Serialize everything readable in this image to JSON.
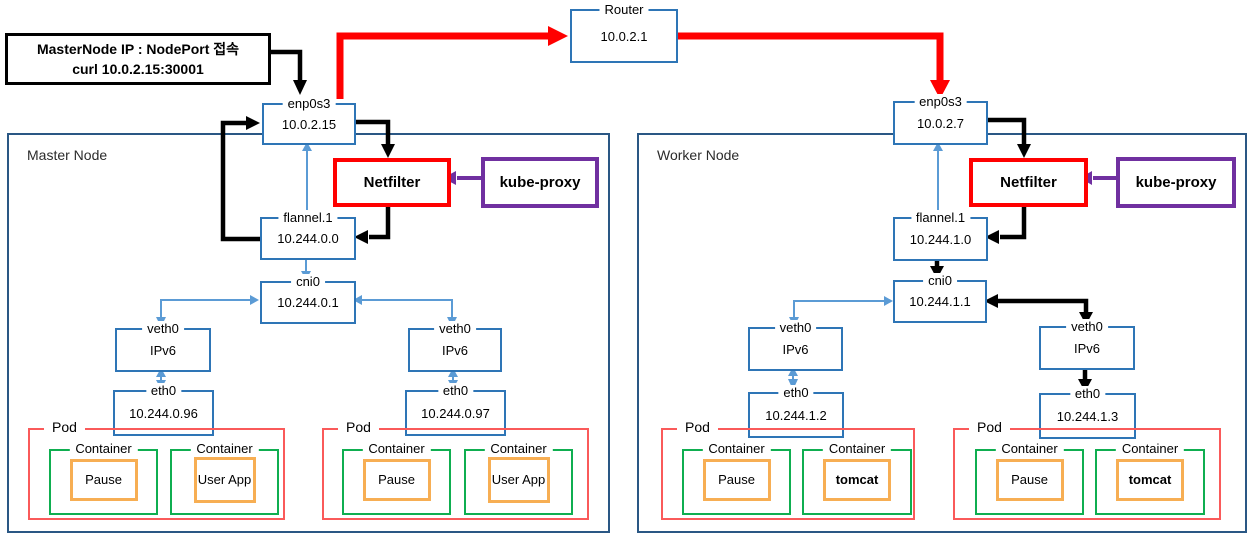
{
  "palette": {
    "box_blue": "#2E75B6",
    "panel_blue": "#2A5784",
    "arrow_blue": "#5B9BD5",
    "arrow_red": "#FF0000",
    "arrow_black": "#000000",
    "purple": "#7030A0",
    "pod_red": "#FA5A5A",
    "container_green": "#0FAE50",
    "app_orange": "#F7AE53"
  },
  "legend_box": {
    "line1": "MasterNode IP : NodePort 접속",
    "line2": "curl 10.0.2.15:30001"
  },
  "router": {
    "name": "Router",
    "ip": "10.0.2.1"
  },
  "master": {
    "title": "Master Node",
    "netfilter": "Netfilter",
    "kube_proxy": "kube-proxy",
    "enp0s3": {
      "name": "enp0s3",
      "ip": "10.0.2.15"
    },
    "flannel": {
      "name": "flannel.1",
      "ip": "10.244.0.0"
    },
    "cni0": {
      "name": "cni0",
      "ip": "10.244.0.1"
    },
    "veth_left": {
      "name": "veth0",
      "ip": "IPv6"
    },
    "veth_right": {
      "name": "veth0",
      "ip": "IPv6"
    },
    "eth_left": {
      "name": "eth0",
      "ip": "10.244.0.96"
    },
    "eth_right": {
      "name": "eth0",
      "ip": "10.244.0.97"
    },
    "pod_left": {
      "name": "Pod",
      "containers": [
        {
          "name": "Container",
          "app": "Pause"
        },
        {
          "name": "Container",
          "app": "User App"
        }
      ]
    },
    "pod_right": {
      "name": "Pod",
      "containers": [
        {
          "name": "Container",
          "app": "Pause"
        },
        {
          "name": "Container",
          "app": "User App"
        }
      ]
    }
  },
  "worker": {
    "title": "Worker Node",
    "netfilter": "Netfilter",
    "kube_proxy": "kube-proxy",
    "enp0s3": {
      "name": "enp0s3",
      "ip": "10.0.2.7"
    },
    "flannel": {
      "name": "flannel.1",
      "ip": "10.244.1.0"
    },
    "cni0": {
      "name": "cni0",
      "ip": "10.244.1.1"
    },
    "veth_left": {
      "name": "veth0",
      "ip": "IPv6"
    },
    "veth_right": {
      "name": "veth0",
      "ip": "IPv6"
    },
    "eth_left": {
      "name": "eth0",
      "ip": "10.244.1.2"
    },
    "eth_right": {
      "name": "eth0",
      "ip": "10.244.1.3"
    },
    "pod_left": {
      "name": "Pod",
      "containers": [
        {
          "name": "Container",
          "app": "Pause"
        },
        {
          "name": "Container",
          "app": "tomcat"
        }
      ]
    },
    "pod_right": {
      "name": "Pod",
      "containers": [
        {
          "name": "Container",
          "app": "Pause"
        },
        {
          "name": "Container",
          "app": "tomcat"
        }
      ]
    }
  }
}
